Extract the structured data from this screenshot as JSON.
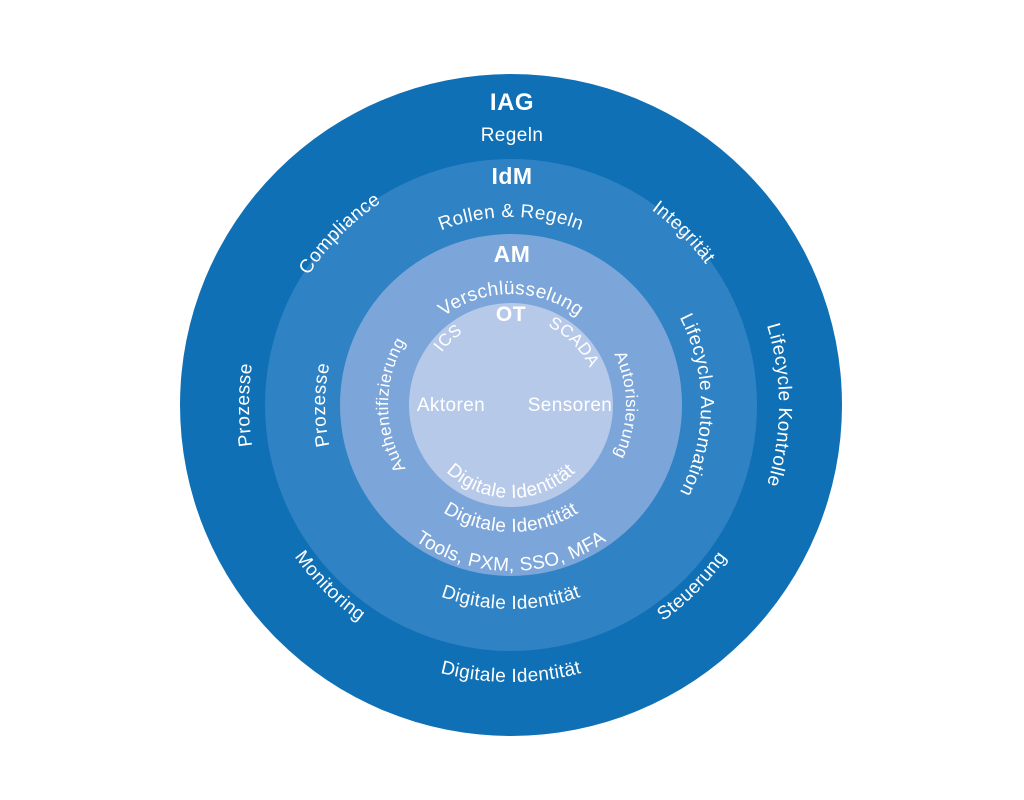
{
  "diagram": {
    "name": "IAG Schichtenmodell",
    "background_color": "#ffffff",
    "text_color": "#ffffff",
    "rings": [
      {
        "id": "iag",
        "title": "IAG",
        "color": "#0f70b5",
        "labels": {
          "top": "Regeln",
          "top_left": "Compliance",
          "top_right": "Integrität",
          "left": "Prozesse",
          "right": "Lifecycle Kontrolle",
          "bottom_left": "Monitoring",
          "bottom_right": "Steuerung",
          "bottom": "Digitale Identität"
        }
      },
      {
        "id": "idm",
        "title": "IdM",
        "color": "#2f82c3",
        "labels": {
          "top": "Rollen & Regeln",
          "left": "Prozesse",
          "right": "Lifecycle Automation",
          "bottom": "Digitale Identität"
        }
      },
      {
        "id": "am",
        "title": "AM",
        "color": "#7ca6da",
        "labels": {
          "top": "Verschlüsselung",
          "left": "Authentifizierung",
          "right": "Autorisierung",
          "bottom_inner": "Digitale Identität",
          "bottom_outer": "Tools, PXM, SSO, MFA"
        }
      },
      {
        "id": "ot",
        "title": "OT",
        "color": "#b7c9e9",
        "labels": {
          "top_left": "ICS",
          "top_right": "SCADA",
          "center_left": "Aktoren",
          "center_right": "Sensoren",
          "bottom": "Digitale Identität"
        }
      }
    ]
  }
}
